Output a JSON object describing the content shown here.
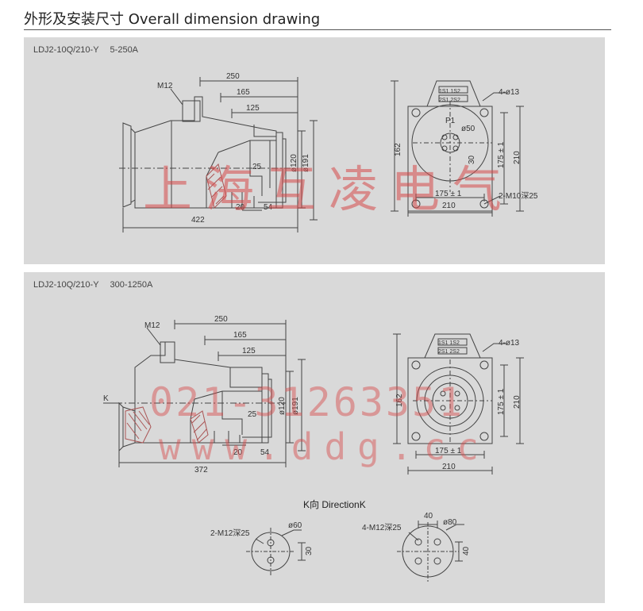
{
  "header": {
    "title": "外形及安装尺寸   Overall dimension drawing"
  },
  "panels": [
    {
      "model": "LDJ2-10Q/210-Y",
      "range": "5-250A",
      "side_view": {
        "thread": "M12",
        "d250": "250",
        "d165": "165",
        "d125": "125",
        "d25": "25",
        "d20": "20",
        "d54": "54",
        "dia120": "ø120",
        "dia191": "ø191",
        "length": "422"
      },
      "front_view": {
        "d162": "162",
        "holes": "4-ø13",
        "terminals_top": "1S1 1S2",
        "terminals_bottom": "2S1 2S2",
        "p1": "P1",
        "dia50": "ø50",
        "d30": "30",
        "d175v": "175 ± 1",
        "d210v": "210",
        "d175h": "175 ± 1",
        "d210h": "210",
        "screws": "2-M10深25"
      }
    },
    {
      "model": "LDJ2-10Q/210-Y",
      "range": "300-1250A",
      "side_view": {
        "thread": "M12",
        "d250": "250",
        "d165": "165",
        "d125": "125",
        "d25": "25",
        "d20": "20",
        "d54": "54",
        "dia120": "ø120",
        "dia191": "ø191",
        "length": "372",
        "k_mark": "K"
      },
      "front_view": {
        "d162": "162",
        "holes": "4-ø13",
        "terminals_top": "1S1 1S2",
        "terminals_bottom": "2S1 2S2",
        "d175v": "175 ± 1",
        "d210v": "210",
        "d175h": "175 ± 1",
        "d210h": "210"
      }
    }
  ],
  "k_direction": {
    "label": "K向  DirectionK",
    "left": {
      "screws": "2-M12深25",
      "dia": "ø60",
      "d30": "30"
    },
    "right": {
      "screws": "4-M12深25",
      "d40a": "40",
      "dia": "ø80",
      "d40b": "40"
    }
  },
  "watermarks": {
    "company": "上海互凌电气",
    "phone": "021-31263351",
    "url": "www.ddg.cc"
  }
}
